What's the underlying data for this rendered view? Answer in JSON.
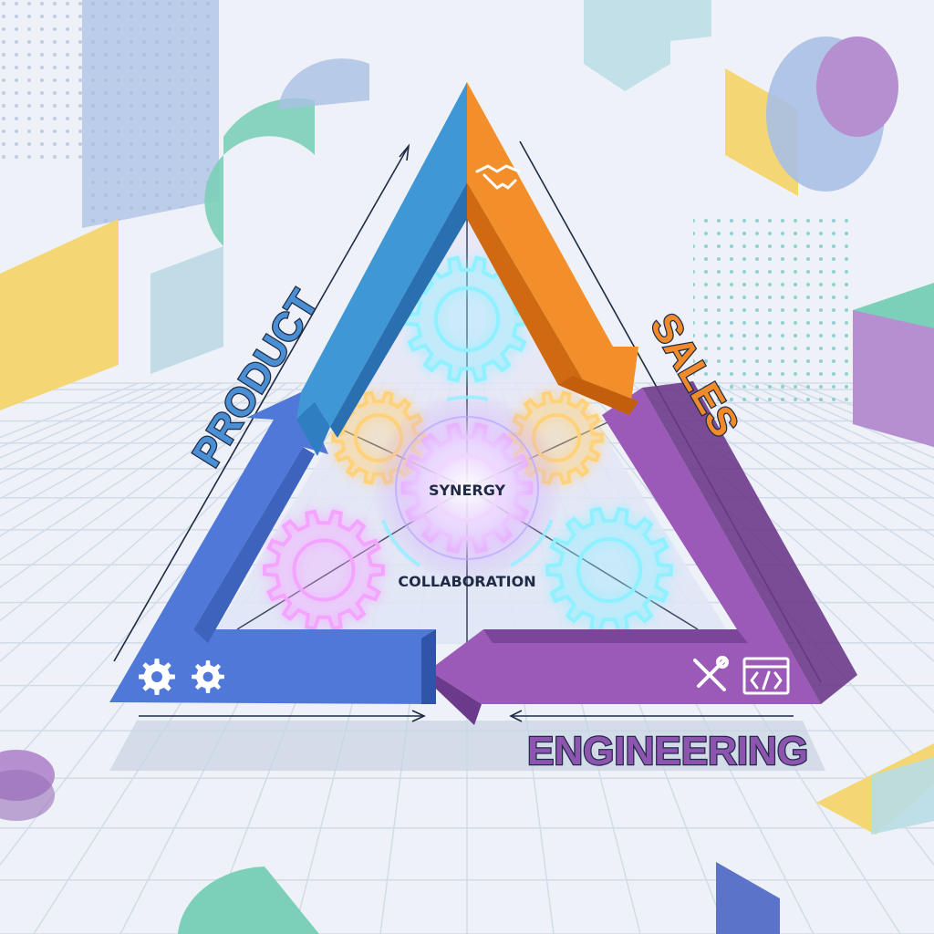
{
  "diagram": {
    "labels": {
      "product": "PRODUCT",
      "sales": "SALES",
      "engineering": "ENGINEERING",
      "center": "SYNERGY",
      "subcenter": "COLLABORATION"
    },
    "colors": {
      "product": "#3f97d6",
      "product_dark": "#2a6fb0",
      "sales": "#f28f2b",
      "sales_dark": "#d06a12",
      "engineering": "#9b5ab8",
      "engineering_dark": "#6c3a8a",
      "product_bottom": "#4f78d8",
      "label_product_fill": "#4a8fd4",
      "label_sales_fill": "#f08a2a",
      "label_engineering_fill": "#8e55b0",
      "label_outline": "#1f2a44",
      "glow_center": "#c79bf5",
      "glow_cyan": "#8ff0ff",
      "glow_orange": "#ffd27a",
      "glow_pink": "#f4a4ff",
      "background": "#eef2f8",
      "grid": "#d2dbe9"
    },
    "icons": {
      "sales": "handshake-icon",
      "product": "gears-icon",
      "engineering": "wrench-screwdriver-icon",
      "engineering_code": "code-window-icon"
    }
  }
}
